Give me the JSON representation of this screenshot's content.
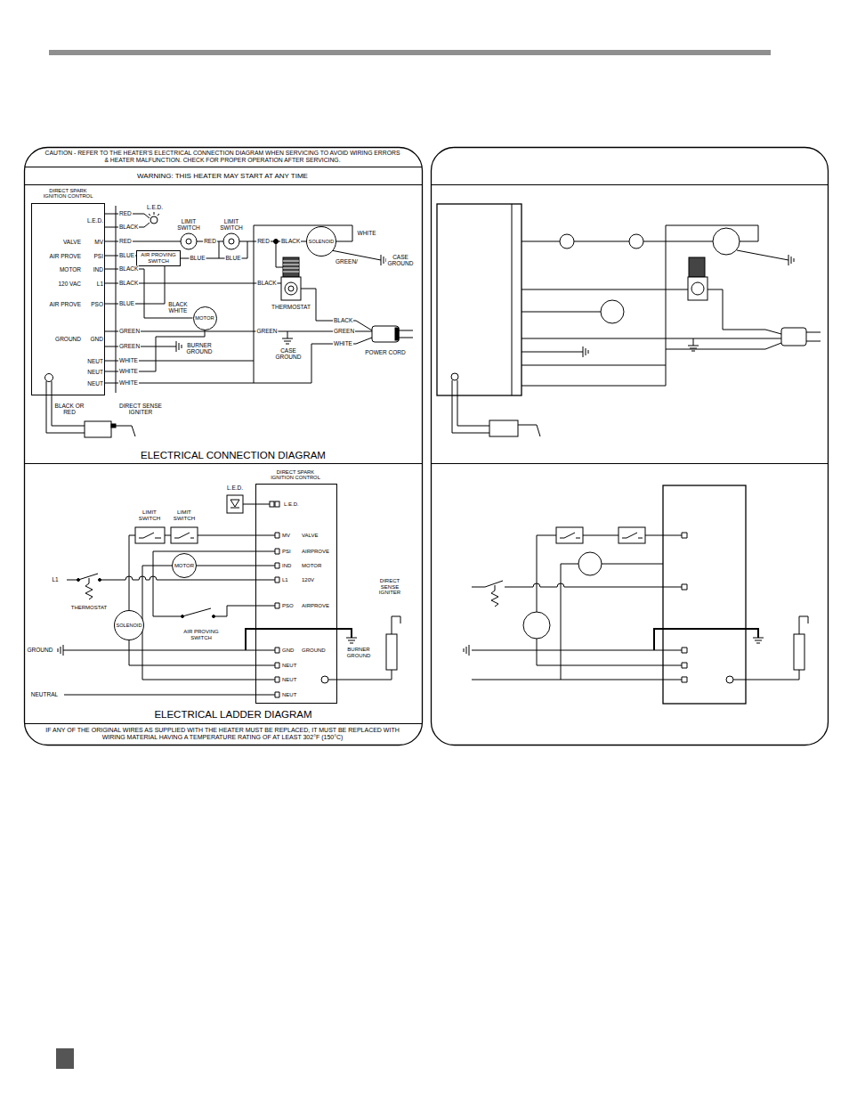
{
  "diagram": {
    "nodes": [
      {
        "text": [
          "DIRECT SPARK IGNITION CONTROL",
          "L.E.D.",
          "VALVE",
          "MV",
          "AIR PROVE",
          "PSI",
          "MOTOR",
          "IND",
          "120 VAC",
          "L1",
          "AIR PROVE",
          "PSO",
          "GROUND",
          "GND",
          "NEUT",
          "NEUT",
          "NEUT"
        ]
      },
      {
        "text": [
          "AIR PROVING SWITCH"
        ]
      },
      {
        "text": [
          "SOLENOID"
        ]
      },
      {
        "text": [
          "MOTOR"
        ]
      },
      {
        "text": [
          "DIRECT SPARK IGNITION CONTROL",
          "L.E.D.",
          "MV",
          "VALVE",
          "PSI",
          "AIRPROVE",
          "IND",
          "MOTOR",
          "L1",
          "120V",
          "PSO",
          "AIRPROVE",
          "GND",
          "GROUND",
          "NEUT",
          "NEUT",
          "NEUT"
        ]
      },
      {
        "text": [
          "MOTOR"
        ]
      },
      {
        "text": [
          "SOLENOID"
        ]
      }
    ],
    "edges": [
      {
        "from": 0,
        "to": 1,
        "arrow": "none"
      },
      {
        "from": 3,
        "to": 0,
        "arrow": "none"
      },
      {
        "from": 5,
        "to": 4,
        "arrow": "none"
      },
      {
        "from": 6,
        "to": 4,
        "arrow": "none"
      }
    ],
    "labels": [
      "CAUTION - REFER TO THE HEATER'S ELECTRICAL CONNECTION DIAGRAM WHEN SERVICING TO AVOID WIRING ERRORS & HEATER MALFUNCTION. CHECK FOR PROPER OPERATION AFTER SERVICING.",
      "WARNING: THIS HEATER MAY START AT ANY TIME",
      "L.E.D.",
      "RED",
      "BLACK",
      "LIMIT SWITCH",
      "LIMIT SWITCH",
      "RED",
      "RED",
      "BLUE",
      "BLUE",
      "BLUE",
      "BLACK",
      "RED",
      "BLACK",
      "WHITE",
      "GREEN/",
      "CASE GROUND",
      "BLACK",
      "BLACK",
      "THERMOSTAT",
      "BLUE",
      "BLACK WHITE",
      "BLACK",
      "GREEN",
      "GREEN",
      "GREEN",
      "WHITE",
      "GREEN",
      "BURNER GROUND",
      "CASE GROUND",
      "POWER CORD",
      "WHITE",
      "WHITE",
      "WHITE",
      "BLACK OR RED",
      "DIRECT SENSE IGNITER",
      "ELECTRICAL CONNECTION DIAGRAM",
      "L.E.D.",
      "LIMIT SWITCH",
      "LIMIT SWITCH",
      "L1",
      "THERMOSTAT",
      "AIR PROVING SWITCH",
      "GROUND",
      "BURNER GROUND",
      "DIRECT SENSE IGNITER",
      "NEUTRAL",
      "ELECTRICAL LADDER DIAGRAM",
      "IF ANY OF THE ORIGINAL WIRES AS SUPPLIED WITH THE HEATER MUST BE REPLACED, IT MUST BE REPLACED WITH WIRING MATERIAL HAVING A TEMPERATURE RATING OF AT LEAST 302°F (150°C)"
    ]
  }
}
